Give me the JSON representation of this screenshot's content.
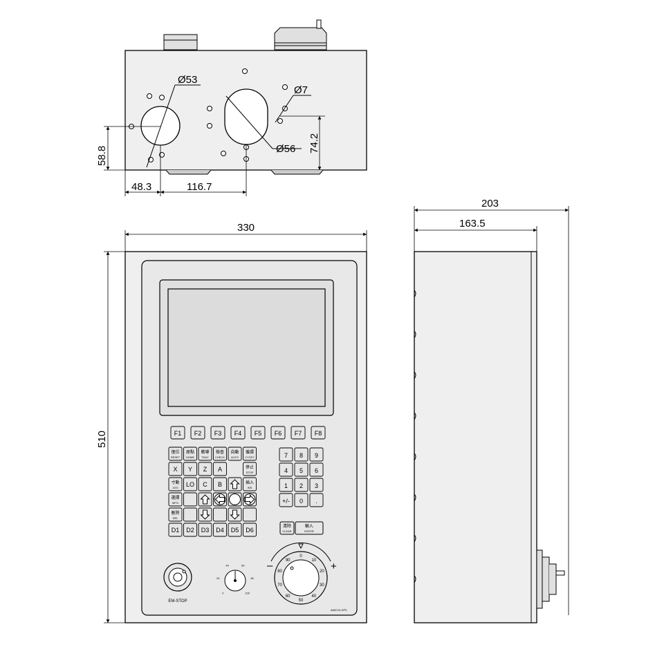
{
  "top_view": {
    "dimensions": {
      "hole_large_left": "Ø53",
      "hole_small": "Ø7",
      "hole_large_right": "Ø56",
      "height_left": "58.8",
      "height_right": "74.2",
      "offset_left": "48.3",
      "spacing": "116.7"
    }
  },
  "front_view": {
    "dimensions": {
      "width": "330",
      "height": "510"
    },
    "function_keys": [
      "F1",
      "F2",
      "F3",
      "F4",
      "F5",
      "F6",
      "F7",
      "F8"
    ],
    "mode_keys": [
      {
        "zh": "復位",
        "en": "RESET"
      },
      {
        "zh": "原點",
        "en": "HOME"
      },
      {
        "zh": "教導",
        "en": "TEAC"
      },
      {
        "zh": "檢查",
        "en": "CHECK"
      },
      {
        "zh": "自動",
        "en": "AUTO"
      },
      {
        "zh": "循環",
        "en": "CYCEY"
      }
    ],
    "axis_keys": [
      "X",
      "Y",
      "Z",
      "A"
    ],
    "stop_key": {
      "zh": "停止",
      "en": "STOP"
    },
    "row3": [
      {
        "zh": "寸動",
        "en": "JOG"
      },
      {
        "zh": "",
        "en": "LO"
      },
      {
        "zh": "",
        "en": "C"
      },
      {
        "zh": "",
        "en": "B"
      },
      {
        "zh": "插入",
        "en": "INS"
      }
    ],
    "row4": [
      {
        "zh": "選擇",
        "en": "MFO"
      }
    ],
    "row5": [
      {
        "zh": "刪除",
        "en": "DEL"
      }
    ],
    "d_keys": [
      "D1",
      "D2",
      "D3",
      "D4",
      "D5",
      "D6"
    ],
    "numpad": [
      [
        "7",
        "8",
        "9"
      ],
      [
        "4",
        "5",
        "6"
      ],
      [
        "1",
        "2",
        "3"
      ],
      [
        "+/-",
        "0",
        "."
      ]
    ],
    "clear_key": {
      "zh": "清除",
      "en": "CLEAR"
    },
    "enter_key": {
      "zh": "輸入",
      "en": "ENTER"
    },
    "estop_label": "EM-STOP",
    "knob_scale": [
      "0",
      "20",
      "40",
      "60",
      "80",
      "100"
    ],
    "handwheel": {
      "minus": "–",
      "plus": "+",
      "scale": [
        "0",
        "10",
        "20",
        "30",
        "40",
        "50",
        "60",
        "70",
        "80",
        "90"
      ]
    },
    "model_label": "A80C24-SP3"
  },
  "side_view": {
    "dimensions": {
      "depth_total": "203",
      "depth_body": "163.5"
    }
  }
}
